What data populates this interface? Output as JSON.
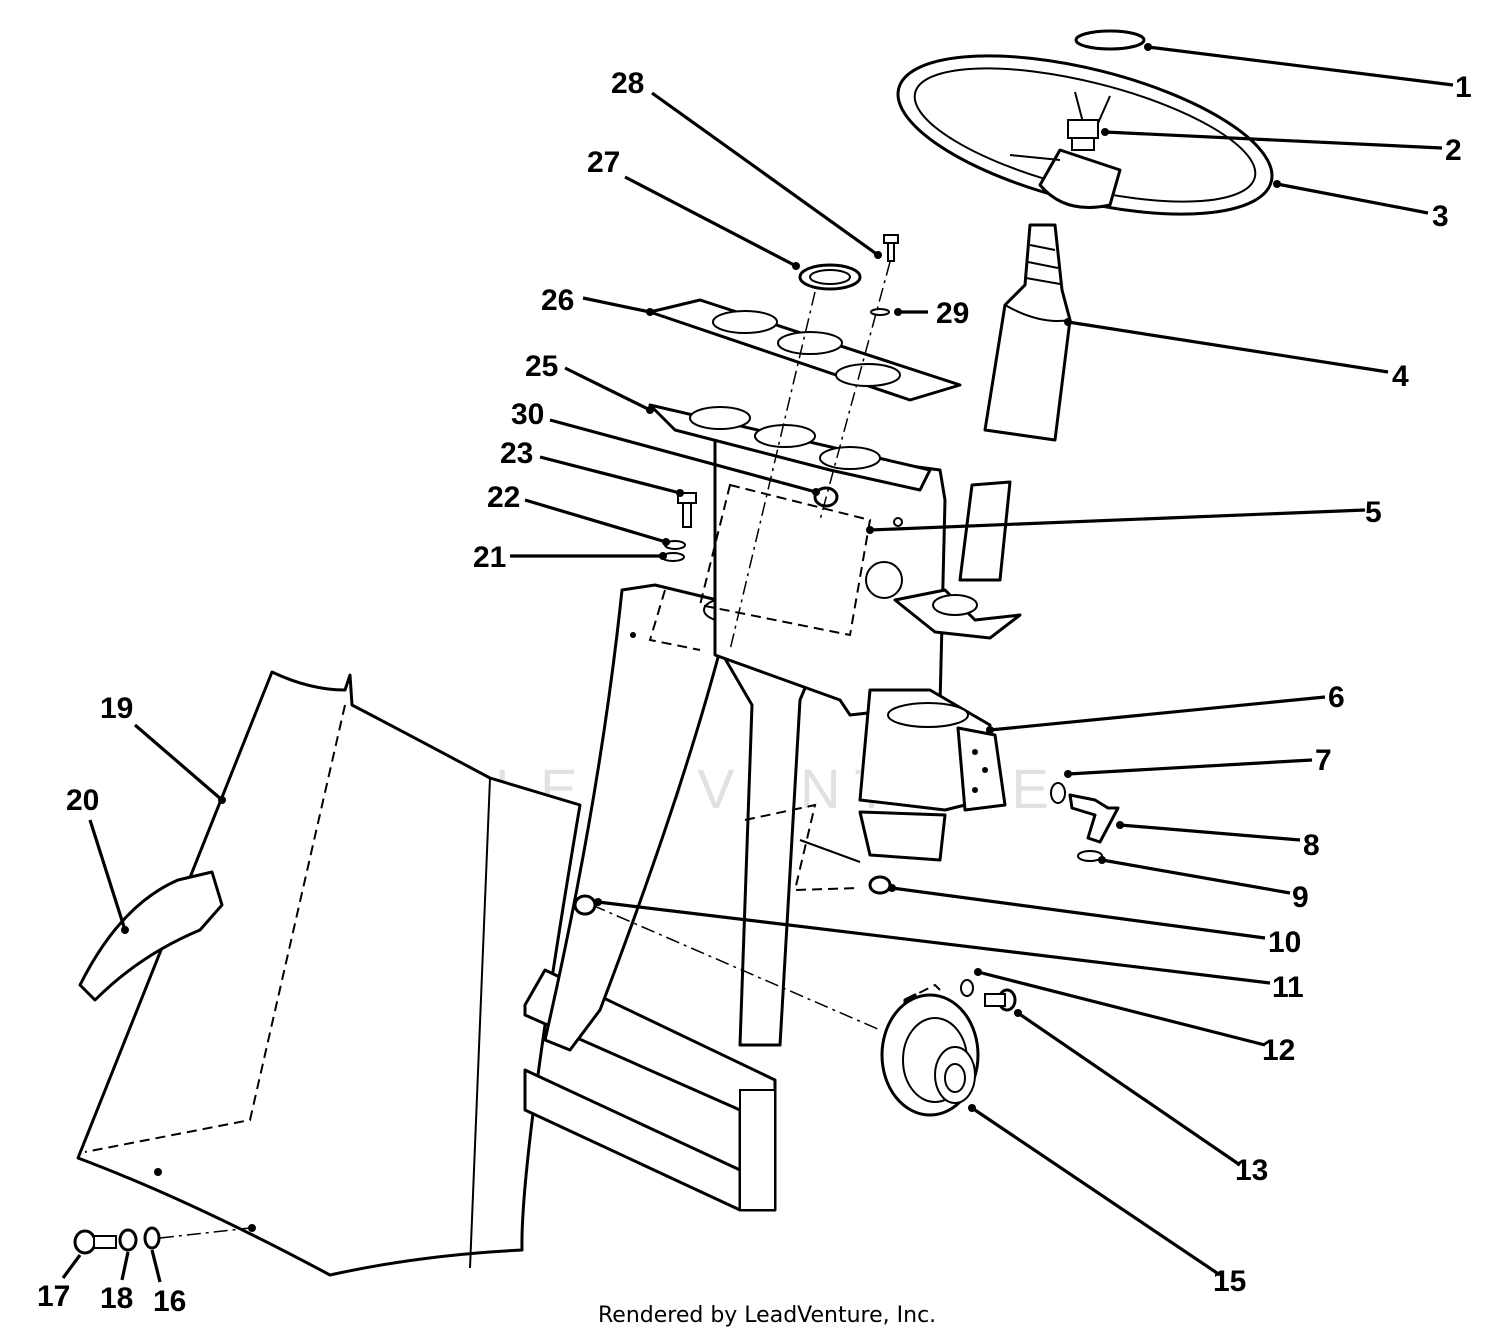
{
  "footer": {
    "credit": "Rendered by LeadVenture, Inc."
  },
  "watermark": {
    "text": "LEADVENTURE",
    "visible": true
  },
  "callouts": [
    {
      "id": "1",
      "label": "1"
    },
    {
      "id": "2",
      "label": "2"
    },
    {
      "id": "3",
      "label": "3"
    },
    {
      "id": "4",
      "label": "4"
    },
    {
      "id": "5",
      "label": "5"
    },
    {
      "id": "6",
      "label": "6"
    },
    {
      "id": "7",
      "label": "7"
    },
    {
      "id": "8",
      "label": "8"
    },
    {
      "id": "9",
      "label": "9"
    },
    {
      "id": "10",
      "label": "10"
    },
    {
      "id": "11",
      "label": "11"
    },
    {
      "id": "12",
      "label": "12"
    },
    {
      "id": "13",
      "label": "13"
    },
    {
      "id": "15",
      "label": "15"
    },
    {
      "id": "16",
      "label": "16"
    },
    {
      "id": "17",
      "label": "17"
    },
    {
      "id": "18",
      "label": "18"
    },
    {
      "id": "19",
      "label": "19"
    },
    {
      "id": "20",
      "label": "20"
    },
    {
      "id": "21",
      "label": "21"
    },
    {
      "id": "22",
      "label": "22"
    },
    {
      "id": "23",
      "label": "23"
    },
    {
      "id": "25",
      "label": "25"
    },
    {
      "id": "26",
      "label": "26"
    },
    {
      "id": "27",
      "label": "27"
    },
    {
      "id": "28",
      "label": "28"
    },
    {
      "id": "29",
      "label": "29"
    },
    {
      "id": "30",
      "label": "30"
    }
  ]
}
